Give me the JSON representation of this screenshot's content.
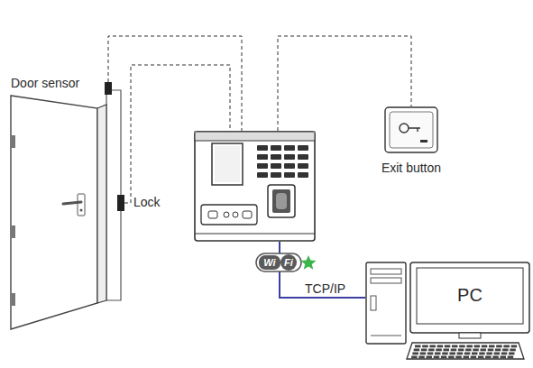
{
  "diagram": {
    "nodes": [
      {
        "text": [
          "Door sensor"
        ]
      },
      {
        "text": [
          "Lock"
        ]
      },
      {
        "text": []
      },
      {
        "text": [
          "Exit button"
        ]
      },
      {
        "text": [
          "PC"
        ]
      }
    ],
    "edges": [
      {
        "from": 0,
        "to": 2,
        "arrow": "none"
      },
      {
        "from": 1,
        "to": 2,
        "arrow": "none"
      },
      {
        "from": 2,
        "to": 3,
        "arrow": "none"
      },
      {
        "from": 2,
        "to": 4,
        "label": "TCP/IP",
        "arrow": "none"
      }
    ],
    "labels": [
      "Wi",
      "Fi"
    ]
  }
}
